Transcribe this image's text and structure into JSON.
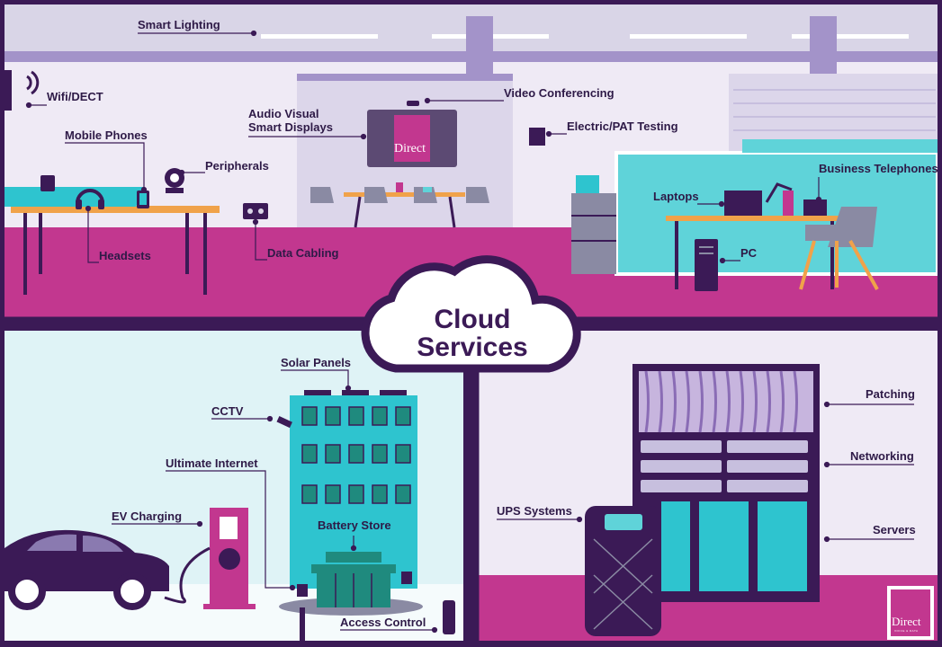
{
  "cloud": {
    "line1": "Cloud",
    "line2": "Services"
  },
  "labels": {
    "smart_lighting": "Smart Lighting",
    "wifi_dect": "Wifi/DECT",
    "mobile_phones": "Mobile Phones",
    "peripherals": "Peripherals",
    "headsets": "Headsets",
    "data_cabling": "Data Cabling",
    "av_line1": "Audio Visual",
    "av_line2": "Smart Displays",
    "video_conferencing": "Video Conferencing",
    "electric_pat": "Electric/PAT Testing",
    "business_telephones": "Business Telephones",
    "laptops": "Laptops",
    "pc": "PC",
    "solar_panels": "Solar Panels",
    "cctv": "CCTV",
    "ultimate_internet": "Ultimate Internet",
    "ev_charging": "EV Charging",
    "battery_store": "Battery Store",
    "access_control": "Access Control",
    "ups_systems": "UPS Systems",
    "patching": "Patching",
    "networking": "Networking",
    "servers": "Servers"
  },
  "logo": {
    "name": "Direct",
    "sub": "VOICE & DATA"
  },
  "colors": {
    "border": "#3b1a56",
    "magenta": "#c2378f",
    "teal": "#2ec4cf",
    "wall": "#efeaf5",
    "ceiling_purple": "#a393c9",
    "text": "#2e1a47"
  }
}
